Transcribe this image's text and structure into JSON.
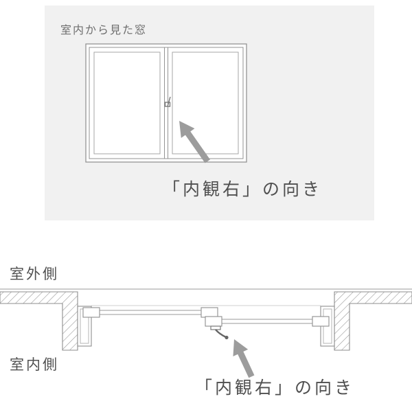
{
  "top_panel": {
    "title": "室内から見た窓",
    "caption": "「内観右」の向き"
  },
  "section_view": {
    "outdoor_label": "室外側",
    "indoor_label": "室内側",
    "caption": "「内観右」の向き"
  },
  "icons": {
    "top_arrow": "direction-arrow-up-left",
    "bottom_arrow": "direction-arrow-up",
    "window_lock": "crescent-lock"
  },
  "colors": {
    "panel_bg": "#f1f1f1",
    "line": "#8e8e8e",
    "arrow": "#9c9c9c",
    "text": "#4f4f4f"
  }
}
